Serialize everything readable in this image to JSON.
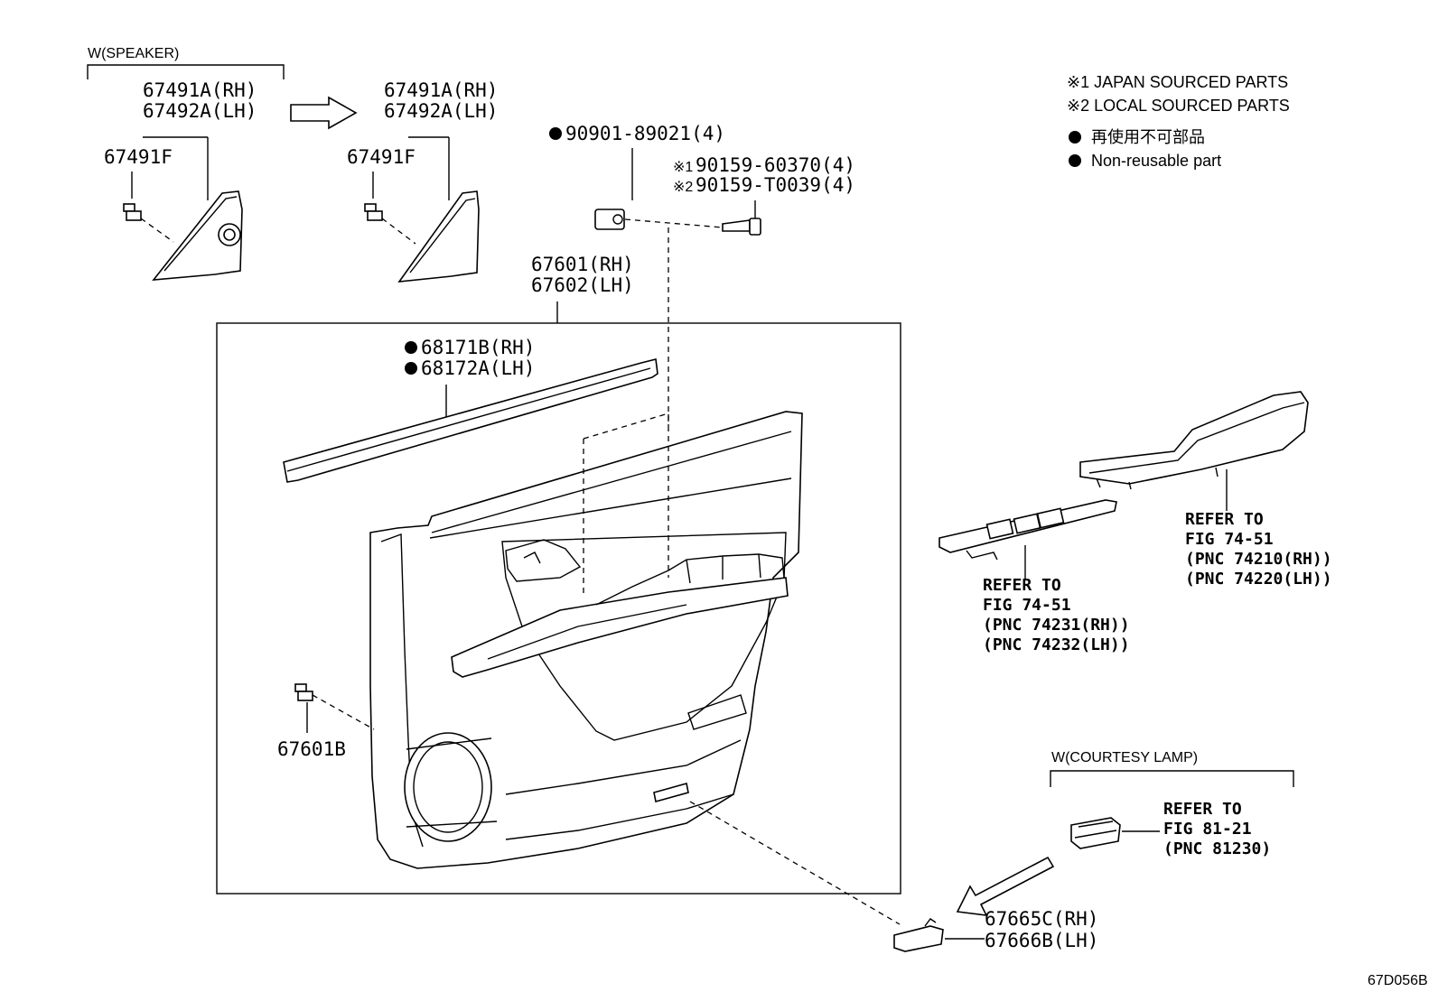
{
  "speaker_group": {
    "label": "W(SPEAKER)"
  },
  "parts": {
    "tweeter_cover_rh_1": "67491A(RH)",
    "tweeter_cover_lh_1": "67492A(LH)",
    "clip_1": "67491F",
    "tweeter_cover_rh_2": "67491A(RH)",
    "tweeter_cover_lh_2": "67492A(LH)",
    "clip_2": "67491F",
    "nut": "90901-89021(4)",
    "screw_japan": "90159-60370(4)",
    "screw_local": "90159-T0039(4)",
    "screw_japan_mark": "※1",
    "screw_local_mark": "※2",
    "panel_rh": "67601(RH)",
    "panel_lh": "67602(LH)",
    "weatherstrip_rh": "68171B(RH)",
    "weatherstrip_lh": "68172A(LH)",
    "panel_clip": "67601B",
    "lamp_lens_rh": "67665C(RH)",
    "lamp_lens_lh": "67666B(LH)"
  },
  "legend": {
    "note1": "※1  JAPAN SOURCED PARTS",
    "note2": "※2  LOCAL SOURCED PARTS",
    "nonreusable_jp": "再使用不可部品",
    "nonreusable_en": "Non-reusable part"
  },
  "refs": {
    "armrest": {
      "line1": "REFER TO",
      "line2": "FIG 74-51",
      "line3": "(PNC 74210(RH))",
      "line4": "(PNC 74220(LH))"
    },
    "switch": {
      "line1": "REFER TO",
      "line2": "FIG 74-51",
      "line3": "(PNC 74231(RH))",
      "line4": "(PNC 74232(LH))"
    },
    "lamp": {
      "line1": "REFER TO",
      "line2": "FIG 81-21",
      "line3": "(PNC 81230)"
    }
  },
  "courtesy_group": {
    "label": "W(COURTESY LAMP)"
  },
  "diagram_id": "67D056B"
}
